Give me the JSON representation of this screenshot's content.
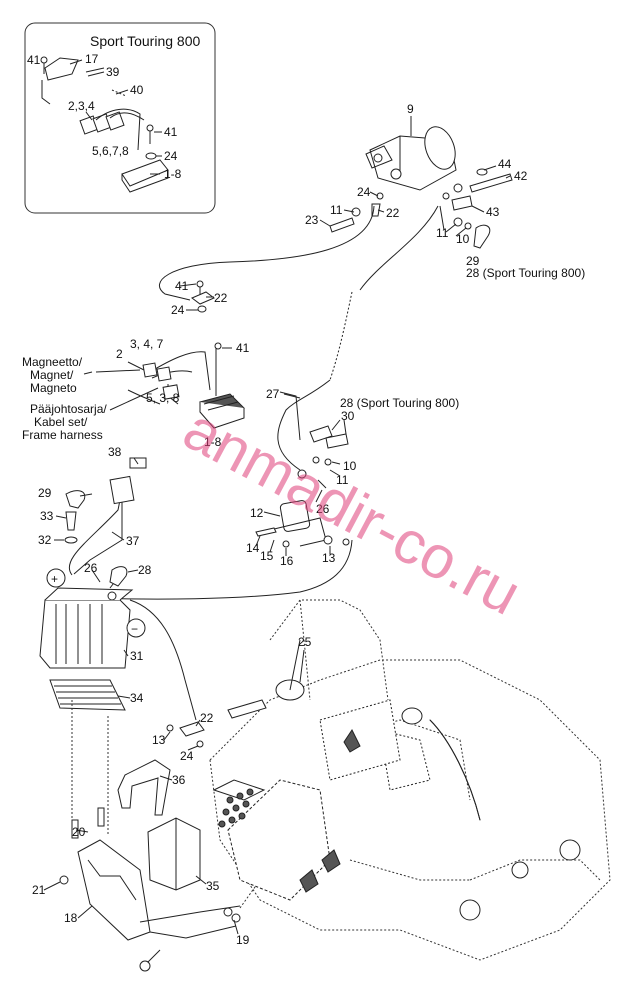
{
  "inset": {
    "title": "Sport Touring 800"
  },
  "inset_callouts": [
    "41",
    "17",
    "39",
    "40",
    "2,3,4",
    "41",
    "24",
    "5,6,7,8",
    "1-8"
  ],
  "main_callouts": {
    "c9": "9",
    "c44": "44",
    "c42": "42",
    "c24a": "24",
    "c11a": "11",
    "c22a": "22",
    "c23": "23",
    "c43": "43",
    "c11b": "11",
    "c10a": "10",
    "c29a": "29",
    "c28a": "28 (Sport Touring 800)",
    "c41a": "41",
    "c22b": "22",
    "c24b": "24",
    "c2": "2",
    "c347": "3, 4, 7",
    "c41b": "41",
    "c538": "5, 3, 8",
    "c18": "1-8",
    "c27": "27",
    "c28b": "28 (Sport Touring 800)",
    "c30": "30",
    "c10b": "10",
    "c11c": "11",
    "c26a": "26",
    "c38": "38",
    "c12": "12",
    "c29b": "29",
    "c33": "33",
    "c37": "37",
    "c14": "14",
    "c15": "15",
    "c16": "16",
    "c13a": "13",
    "c32": "32",
    "c26b": "26",
    "c28c": "28",
    "c31": "31",
    "c34": "34",
    "c25": "25",
    "c22c": "22",
    "c13b": "13",
    "c24c": "24",
    "c36": "36",
    "c20": "20",
    "c35": "35",
    "c21": "21",
    "c18b": "18",
    "c19": "19"
  },
  "annotations": {
    "magneto": [
      "Magneetto/",
      "Magnet/",
      "Magneto"
    ],
    "harness": [
      "Pääjohtosarja/",
      "Kabel set/",
      "Frame harness"
    ]
  },
  "symbols": {
    "plus": "+",
    "minus": "−"
  },
  "watermark": "anmadir-co.ru"
}
